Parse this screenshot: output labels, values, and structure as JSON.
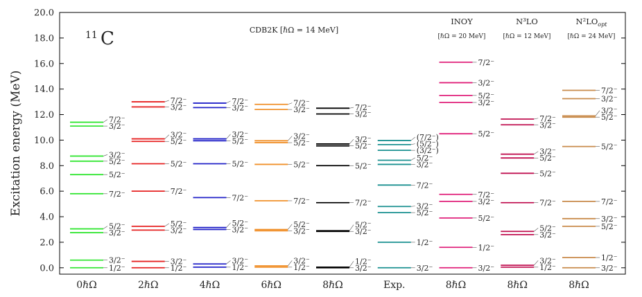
{
  "chart_data": {
    "type": "level-scheme",
    "nucleus_mass": "11",
    "nucleus_symbol": "C",
    "ylabel": "Excitation energy (MeV)",
    "ylim": [
      -0.5,
      20.0
    ],
    "yticks": [
      "0.0",
      "2.0",
      "4.0",
      "6.0",
      "8.0",
      "10.0",
      "12.0",
      "14.0",
      "16.0",
      "18.0",
      "20.0"
    ],
    "ytick_values": [
      0,
      2,
      4,
      6,
      8,
      10,
      12,
      14,
      16,
      18,
      20
    ],
    "headers": [
      {
        "text": "CDB2K [ℏΩ = 14 MeV]",
        "column": 3
      },
      {
        "text": "INOY",
        "column": 6
      },
      {
        "text": "[ℏΩ = 20 MeV]",
        "column": 6
      },
      {
        "text": "N³LO",
        "column": 7
      },
      {
        "text": "[ℏΩ = 12 MeV]",
        "column": 7
      },
      {
        "text": "N²LO",
        "sub": "opt",
        "column": 8
      },
      {
        "text": "[ℏΩ = 24 MeV]",
        "column": 8
      }
    ],
    "columns": [
      {
        "label": "0ℏΩ",
        "color": "#33e633",
        "levels": [
          {
            "e": 0.0,
            "jp": "1/2⁻"
          },
          {
            "e": 0.6,
            "jp": "3/2⁻"
          },
          {
            "e": 2.75,
            "jp": "3/2⁻"
          },
          {
            "e": 3.05,
            "jp": "5/2⁻"
          },
          {
            "e": 5.8,
            "jp": "7/2⁻"
          },
          {
            "e": 7.3,
            "jp": "5/2⁻"
          },
          {
            "e": 8.35,
            "jp": "5/2⁻"
          },
          {
            "e": 8.75,
            "jp": "3/2⁻"
          },
          {
            "e": 11.1,
            "jp": "3/2⁻"
          },
          {
            "e": 11.4,
            "jp": "7/2⁻"
          }
        ]
      },
      {
        "label": "2ℏΩ",
        "color": "#e62020",
        "levels": [
          {
            "e": 0.0,
            "jp": "1/2⁻"
          },
          {
            "e": 0.5,
            "jp": "3/2⁻"
          },
          {
            "e": 2.95,
            "jp": "3/2⁻"
          },
          {
            "e": 3.25,
            "jp": "5/2⁻"
          },
          {
            "e": 6.0,
            "jp": "7/2⁻"
          },
          {
            "e": 8.15,
            "jp": "5/2⁻"
          },
          {
            "e": 9.9,
            "jp": "5/2⁻"
          },
          {
            "e": 10.1,
            "jp": "3/2⁻"
          },
          {
            "e": 12.6,
            "jp": "3/2⁻"
          },
          {
            "e": 13.0,
            "jp": "7/2⁻"
          }
        ]
      },
      {
        "label": "4ℏΩ",
        "color": "#2020c8",
        "levels": [
          {
            "e": 0.05,
            "jp": "1/2⁻"
          },
          {
            "e": 0.3,
            "jp": "3/2⁻"
          },
          {
            "e": 3.0,
            "jp": "3/2⁻"
          },
          {
            "e": 3.15,
            "jp": "5/2⁻"
          },
          {
            "e": 5.5,
            "jp": "7/2⁻"
          },
          {
            "e": 8.15,
            "jp": "5/2⁻"
          },
          {
            "e": 9.95,
            "jp": "5/2⁻"
          },
          {
            "e": 10.1,
            "jp": "3/2⁻"
          },
          {
            "e": 12.55,
            "jp": "3/2⁻"
          },
          {
            "e": 12.9,
            "jp": "7/2⁻"
          }
        ]
      },
      {
        "label": "6ℏΩ",
        "color": "#f0902a",
        "levels": [
          {
            "e": 0.05,
            "jp": "1/2⁻"
          },
          {
            "e": 0.15,
            "jp": "3/2⁻"
          },
          {
            "e": 2.9,
            "jp": "3/2⁻"
          },
          {
            "e": 3.0,
            "jp": "5/2⁻"
          },
          {
            "e": 5.25,
            "jp": "7/2⁻"
          },
          {
            "e": 8.1,
            "jp": "5/2⁻"
          },
          {
            "e": 9.8,
            "jp": "5/2⁻"
          },
          {
            "e": 9.95,
            "jp": "3/2⁻"
          },
          {
            "e": 12.4,
            "jp": "3/2⁻"
          },
          {
            "e": 12.8,
            "jp": "7/2⁻"
          }
        ]
      },
      {
        "label": "8ℏΩ",
        "color": "#000000",
        "levels": [
          {
            "e": 0.0,
            "jp": "3/2⁻"
          },
          {
            "e": 0.05,
            "jp": "1/2⁻"
          },
          {
            "e": 2.85,
            "jp": "3/2⁻"
          },
          {
            "e": 2.9,
            "jp": "5/2⁻"
          },
          {
            "e": 5.1,
            "jp": "7/2⁻"
          },
          {
            "e": 8.0,
            "jp": "5/2⁻"
          },
          {
            "e": 9.55,
            "jp": "5/2⁻"
          },
          {
            "e": 9.7,
            "jp": "3/2⁻"
          },
          {
            "e": 12.05,
            "jp": "3/2⁻"
          },
          {
            "e": 12.5,
            "jp": "7/2⁻"
          }
        ]
      },
      {
        "label": "Exp.",
        "color": "#1a9090",
        "levels": [
          {
            "e": 0.0,
            "jp": "3/2⁻"
          },
          {
            "e": 2.0,
            "jp": "1/2⁻"
          },
          {
            "e": 4.32,
            "jp": "5/2⁻"
          },
          {
            "e": 4.8,
            "jp": "3/2⁻"
          },
          {
            "e": 6.48,
            "jp": "7/2⁻"
          },
          {
            "e": 8.1,
            "jp": "3/2⁻"
          },
          {
            "e": 8.42,
            "jp": "5/2⁻"
          },
          {
            "e": 9.2,
            "jp": "(3/2⁻)"
          },
          {
            "e": 9.65,
            "jp": "(5/2⁻)"
          },
          {
            "e": 9.97,
            "jp": "(7/2⁻)"
          }
        ]
      },
      {
        "label": "8ℏΩ",
        "color": "#e0207a",
        "levels": [
          {
            "e": 0.0,
            "jp": "3/2⁻"
          },
          {
            "e": 1.6,
            "jp": "1/2⁻"
          },
          {
            "e": 3.9,
            "jp": "5/2⁻"
          },
          {
            "e": 5.2,
            "jp": "3/2⁻"
          },
          {
            "e": 5.75,
            "jp": "7/2⁻"
          },
          {
            "e": 10.5,
            "jp": "5/2⁻"
          },
          {
            "e": 12.95,
            "jp": "3/2⁻"
          },
          {
            "e": 13.5,
            "jp": "5/2⁻"
          },
          {
            "e": 14.5,
            "jp": "3/2⁻"
          },
          {
            "e": 16.1,
            "jp": "7/2⁻"
          }
        ]
      },
      {
        "label": "8ℏΩ",
        "color": "#c01050",
        "levels": [
          {
            "e": 0.05,
            "jp": "1/2⁻"
          },
          {
            "e": 0.2,
            "jp": "3/2⁻"
          },
          {
            "e": 2.6,
            "jp": "3/2⁻"
          },
          {
            "e": 2.85,
            "jp": "5/2⁻"
          },
          {
            "e": 5.1,
            "jp": "7/2⁻"
          },
          {
            "e": 7.4,
            "jp": "5/2⁻"
          },
          {
            "e": 8.6,
            "jp": "5/2⁻"
          },
          {
            "e": 8.9,
            "jp": "3/2⁻"
          },
          {
            "e": 11.2,
            "jp": "3/2⁻"
          },
          {
            "e": 11.65,
            "jp": "7/2⁻"
          }
        ]
      },
      {
        "label": "8ℏΩ",
        "color": "#c88a4a",
        "levels": [
          {
            "e": 0.0,
            "jp": "3/2⁻"
          },
          {
            "e": 0.8,
            "jp": "1/2⁻"
          },
          {
            "e": 3.25,
            "jp": "5/2⁻"
          },
          {
            "e": 3.85,
            "jp": "3/2⁻"
          },
          {
            "e": 5.2,
            "jp": "7/2⁻"
          },
          {
            "e": 9.5,
            "jp": "5/2⁻"
          },
          {
            "e": 11.8,
            "jp": "5/2⁻"
          },
          {
            "e": 11.9,
            "jp": "3/2⁻"
          },
          {
            "e": 13.25,
            "jp": "3/2⁻"
          },
          {
            "e": 13.9,
            "jp": "7/2⁻"
          }
        ]
      }
    ]
  }
}
